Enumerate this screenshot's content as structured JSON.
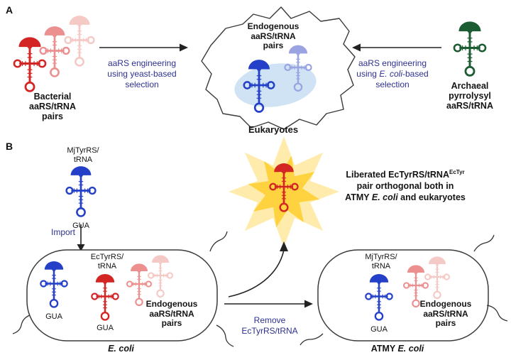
{
  "colors": {
    "red": "#d42525",
    "pink": "#ec8f8f",
    "light_pink": "#f5c9c5",
    "blue": "#2440c8",
    "lavender": "#9aa4e2",
    "green": "#1d5c32",
    "text_blue": "#2e3192",
    "nucleus": "#cfe3f4",
    "star_outer": "#ffeaa3",
    "star_inner": "#ffd23f",
    "outline": "#3a3a3a"
  },
  "panelA": {
    "label": "A",
    "bacterial_label": {
      "l1": "Bacterial",
      "l2": "aaRS/tRNA",
      "l3": "pairs"
    },
    "left_arrow": {
      "l1": "aaRS engineering",
      "l2": "using yeast-based",
      "l3": "selection"
    },
    "eukaryote": {
      "l1": "Endogenous",
      "l2": "aaRS/tRNA",
      "l3": "pairs",
      "label": "Eukaryotes"
    },
    "right_arrow": {
      "l1": "aaRS engineering",
      "l2_pre": "using ",
      "l2_it": "E. coli",
      "l2_post": "-based",
      "l3": "selection"
    },
    "archaeal_label": {
      "l1": "Archaeal",
      "l2": "pyrrolysyl",
      "l3": "aaRS/tRNA"
    }
  },
  "panelB": {
    "label": "B",
    "mj_label": {
      "l1": "MjTyrRS/",
      "l2": "tRNA"
    },
    "gua": "GUA",
    "import_label": "Import",
    "ec_label": {
      "l1": "EcTyrRS/",
      "l2": "tRNA"
    },
    "left_cell": {
      "endogenous": {
        "l1": "Endogenous",
        "l2": "aaRS/tRNA",
        "l3": "pairs"
      },
      "name_it": "E. coli"
    },
    "liberated": {
      "l1_pre": "Liberated EcTyrRS/tRNA",
      "l1_sup": "EcTyr",
      "l2": "pair orthogonal both in",
      "l3_pre": "ATMY ",
      "l3_it": "E. coli",
      "l3_post": " and eukaryotes"
    },
    "remove": {
      "l1": "Remove",
      "l2": "EcTyrRS/tRNA"
    },
    "right_cell": {
      "endogenous": {
        "l1": "Endogenous",
        "l2": "aaRS/tRNA",
        "l3": "pairs"
      },
      "name_pre": "ATMY ",
      "name_it": "E. coli"
    }
  }
}
